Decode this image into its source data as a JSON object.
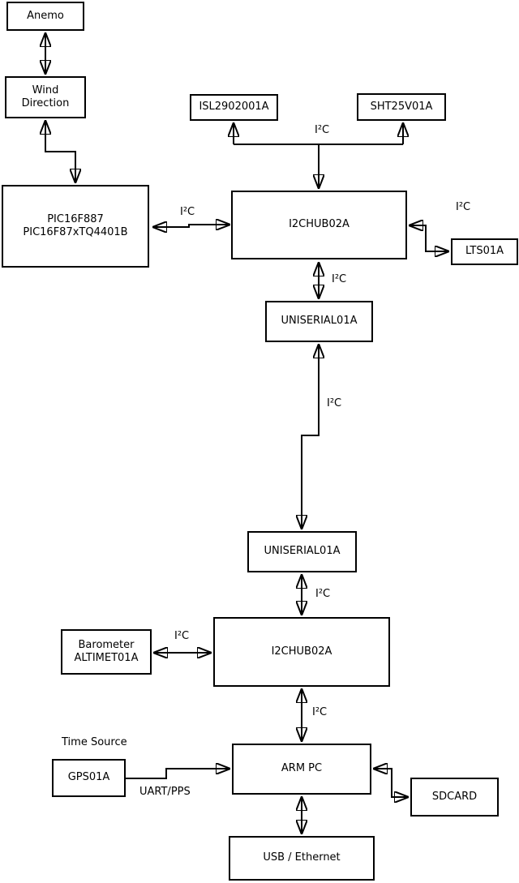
{
  "nodes": {
    "anemo": {
      "label": "Anemo"
    },
    "wind_direction": {
      "label": "Wind\nDirection"
    },
    "pic": {
      "label": "PIC16F887\nPIC16F87xTQ4401B"
    },
    "isl": {
      "label": "ISL2902001A"
    },
    "sht": {
      "label": "SHT25V01A"
    },
    "i2chub1": {
      "label": "I2CHUB02A"
    },
    "lts": {
      "label": "LTS01A"
    },
    "uniserial1": {
      "label": "UNISERIAL01A"
    },
    "uniserial2": {
      "label": "UNISERIAL01A"
    },
    "i2chub2": {
      "label": "I2CHUB02A"
    },
    "barometer": {
      "label": "Barometer\nALTIMET01A"
    },
    "arm_pc": {
      "label": "ARM PC"
    },
    "gps": {
      "label": "GPS01A"
    },
    "sdcard": {
      "label": "SDCARD"
    },
    "usb_ethernet": {
      "label": "USB / Ethernet"
    }
  },
  "edge_labels": {
    "pic_hub1": "I²C",
    "hub1_sensors": "I²C",
    "hub1_lts": "I²C",
    "hub1_uniserial1": "I²C",
    "uniserial_link": "I²C",
    "uniserial2_hub2": "I²C",
    "barometer_hub2": "I²C",
    "hub2_armpc": "I²C",
    "gps_armpc": "UART/PPS",
    "time_source": "Time Source"
  },
  "colors": {
    "line": "#000000",
    "background": "#ffffff",
    "box_fill": "#ffffff"
  }
}
